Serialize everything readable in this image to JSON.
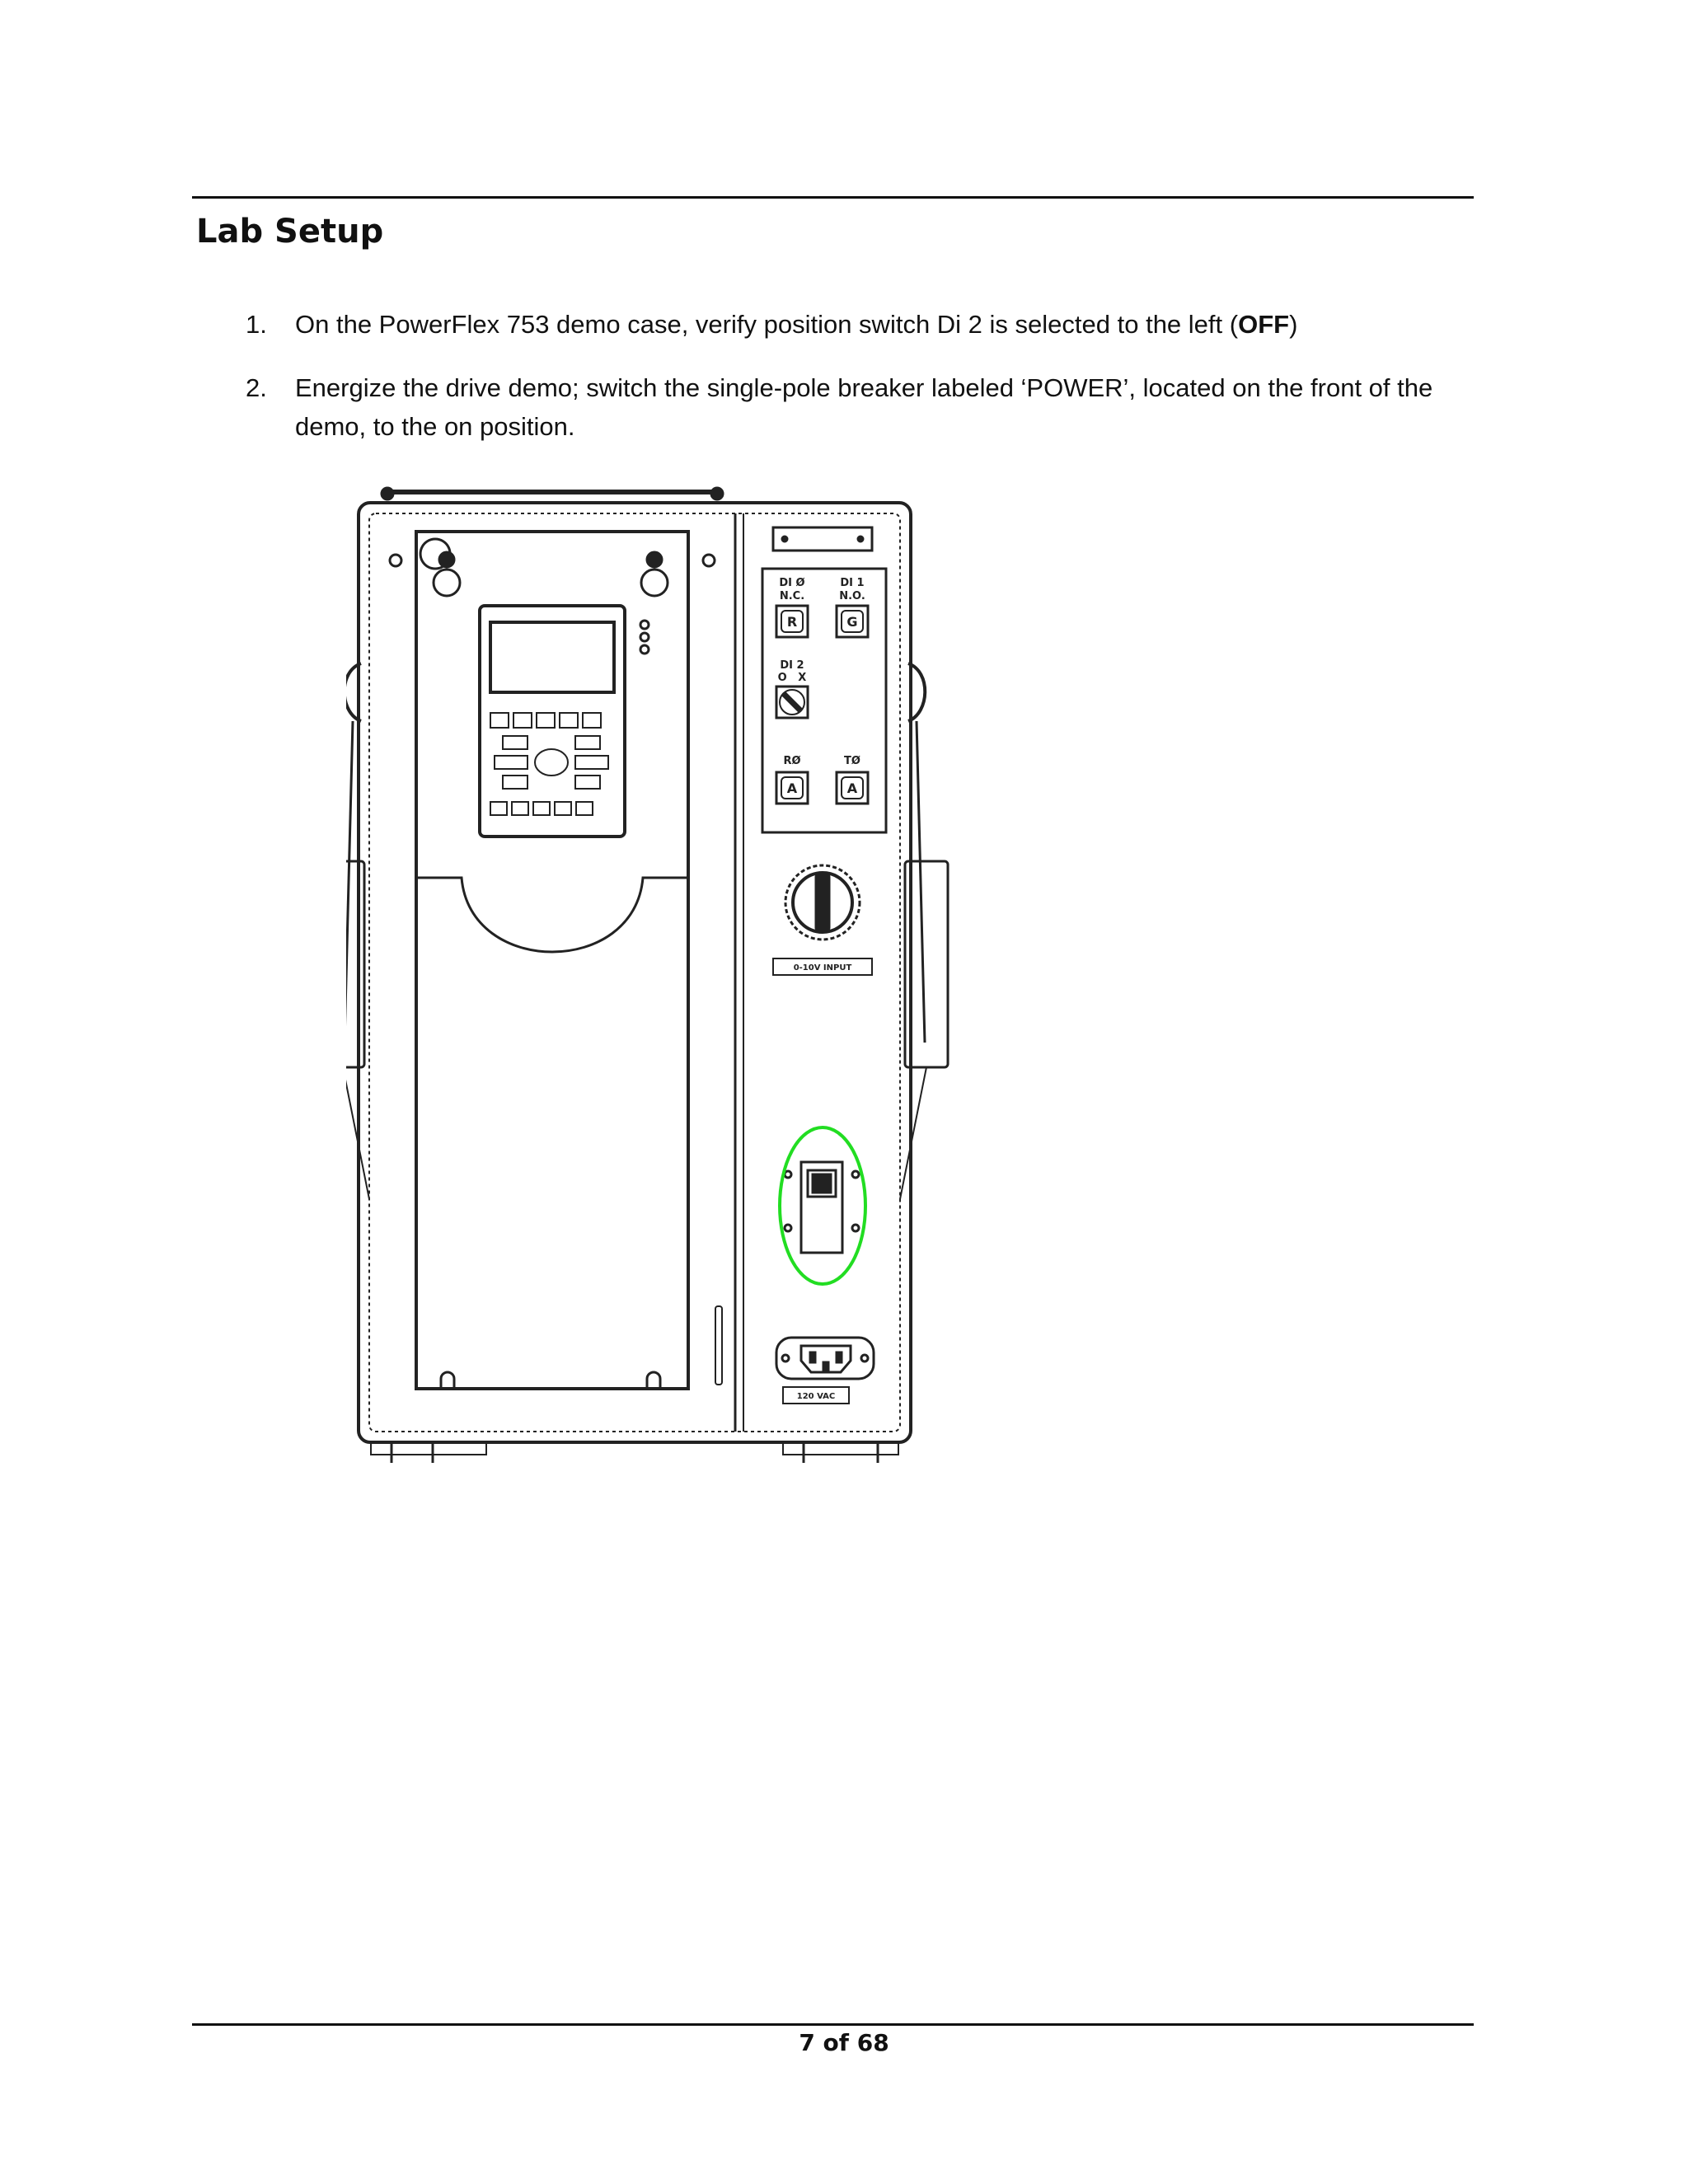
{
  "header": {
    "title": "Lab Setup"
  },
  "steps": [
    {
      "number": "1.",
      "text_before": "On the PowerFlex 753 demo case, verify position switch Di 2 is selected to the left (",
      "bold": "OFF",
      "text_after": ")"
    },
    {
      "number": "2.",
      "text": "Energize the drive demo; switch the single-pole breaker labeled ‘POWER’, located on the front of the demo, to the on position."
    }
  ],
  "figure": {
    "labels": {
      "di0": "DI Ø",
      "di0_sub": "N.C.",
      "di1": "DI 1",
      "di1_sub": "N.O.",
      "di0_button": "R",
      "di1_button": "G",
      "di2": "DI 2",
      "di2_pos": "O   X",
      "r0": "RØ",
      "t0": "TØ",
      "r0_button": "A",
      "t0_button": "A",
      "input_label": "0-10V INPUT",
      "power_label": "120 VAC"
    },
    "highlight_color": "#22dd22"
  },
  "footer": {
    "page": "7 of 68"
  }
}
